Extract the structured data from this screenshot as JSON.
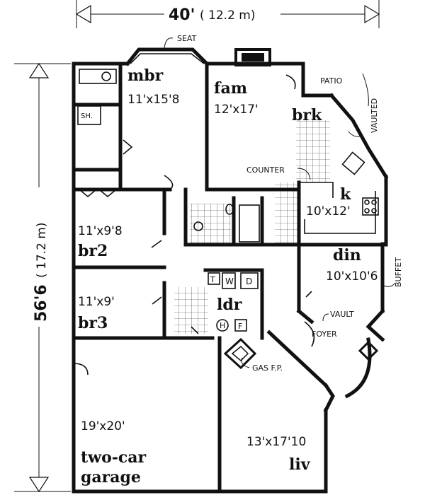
{
  "dimensions": {
    "width_label": "40'",
    "width_metric": "( 12.2 m)",
    "depth_label": "56'6",
    "depth_metric": "( 17.2 m)"
  },
  "rooms": {
    "mbr": {
      "name": "mbr",
      "size": "11'x15'8"
    },
    "fam": {
      "name": "fam",
      "size": "12'x17'"
    },
    "brk": {
      "name": "brk"
    },
    "k": {
      "name": "k",
      "size": "10'x12'"
    },
    "br2": {
      "name": "br2",
      "size": "11'x9'8"
    },
    "br3": {
      "name": "br3",
      "size": "11'x9'"
    },
    "ldr": {
      "name": "ldr"
    },
    "din": {
      "name": "din",
      "size": "10'x10'6"
    },
    "garage": {
      "name": "two-car",
      "name2": "garage",
      "size": "19'x20'"
    },
    "liv": {
      "name": "liv",
      "size": "13'x17'10"
    }
  },
  "notes": {
    "seat": "SEAT",
    "patio": "PATIO",
    "vaulted": "VAULTED",
    "counter": "COUNTER",
    "buffet": "BUFFET",
    "vault": "VAULT",
    "foyer": "FOYER",
    "gas_fp": "GAS F.P.",
    "shower": "SH."
  },
  "appliances": {
    "t": "T",
    "w": "W",
    "d": "D",
    "h": "H",
    "f": "F"
  }
}
